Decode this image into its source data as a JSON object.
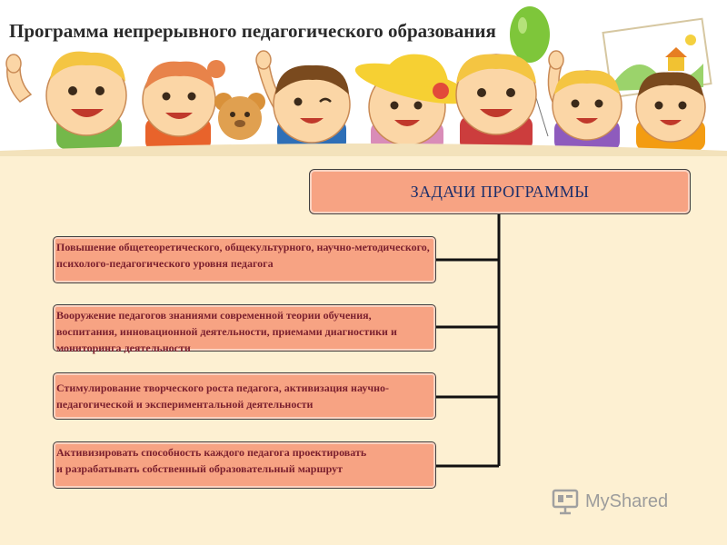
{
  "title": "Программа непрерывного педагогического образования",
  "diagram": {
    "header": "ЗАДАЧИ ПРОГРАММЫ",
    "tasks": [
      "Повышение общетеоретического, общекультурного, научно-методического, психолого-педагогического уровня педагога",
      "Вооружение педагогов знаниями современной теории обучения, воспитания, инновационной деятельности, приемами диагностики и мониторинга деятельности",
      "Стимулирование творческого роста педагога, активизация научно- педагогической и экспериментальной деятельности",
      "Активизировать способность каждого педагога проектировать и разрабатывать собственный образовательный маршрут"
    ]
  },
  "watermark": "MyShared",
  "colors": {
    "box_fill": "#f7a383",
    "box_border": "#404040",
    "header_text": "#1c2f6b",
    "task_text": "#7a1f2e",
    "background": "#fdf0d2"
  },
  "decoration": "children-illustration"
}
